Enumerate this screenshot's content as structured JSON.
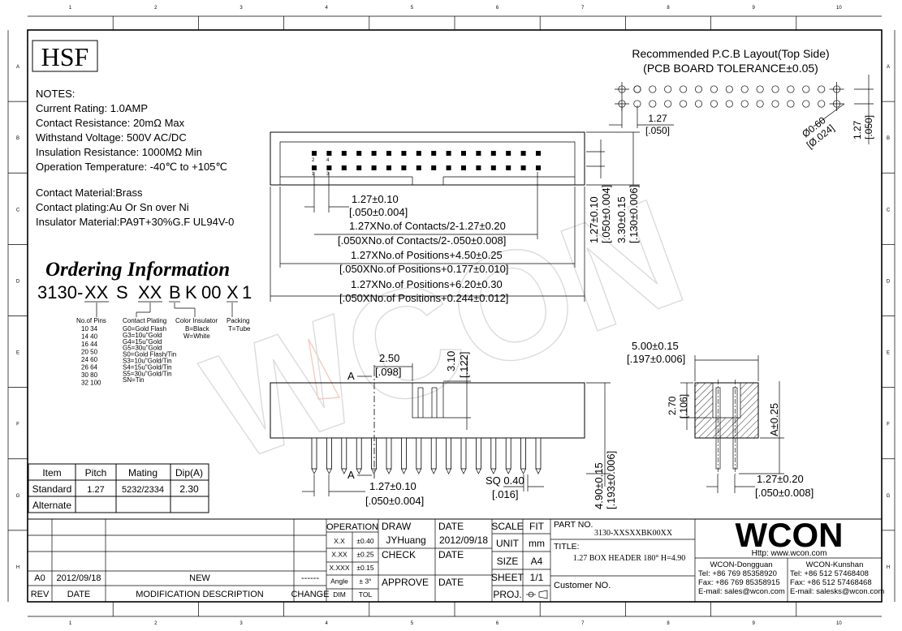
{
  "frame": {
    "columns": [
      "1",
      "2",
      "3",
      "4",
      "5",
      "6",
      "7",
      "8",
      "9",
      "10"
    ],
    "rows": [
      "A",
      "B",
      "C",
      "D",
      "E",
      "F",
      "G",
      "H"
    ]
  },
  "logo": "HSF",
  "notes": {
    "heading": "NOTES:",
    "lines": [
      "Current Rating: 1.0AMP",
      "Contact Resistance: 20mΩ Max",
      "Withstand Voltage: 500V AC/DC",
      "Insulation Resistance: 1000MΩ Min",
      "Operation Temperature: -40℃ to +105℃"
    ],
    "material": [
      "Contact Material:Brass",
      "Contact plating:Au Or Sn over Ni",
      "Insulator Material:PA9T+30%G.F UL94V-0"
    ]
  },
  "ordering": {
    "title": "Ordering Information",
    "code": [
      "3130-",
      "XX",
      "S",
      "XX",
      "B",
      "K",
      "00",
      "X",
      "1"
    ],
    "pins_title": "No.of Pins",
    "pins": [
      "10  34",
      "14  40",
      "16  44",
      "20  50",
      "24  60",
      "26  64",
      "30  80",
      "32 100"
    ],
    "plating_title": "Contact Plating",
    "plating": [
      "G0=Gold Flash",
      "G3=10u\"Gold",
      "G4=15u\"Gold",
      "G5=30u\"Gold",
      "S0=Gold Flash/Tin",
      "S3=10u\"Gold/Tin",
      "S4=15u\"Gold/Tin",
      "S5=30u\"Gold/Tin",
      "SN=Tin"
    ],
    "color_title": "Color Insulator",
    "color": [
      "B=Black",
      "W=White"
    ],
    "packing_title": "Packing",
    "packing": [
      "T=Tube"
    ]
  },
  "spec_table": {
    "headers": [
      "Item",
      "Pitch",
      "Mating",
      "Dip(A)"
    ],
    "rows": [
      [
        "Standard",
        "1.27",
        "5232/2334",
        "2.30"
      ],
      [
        "Alternate",
        "",
        "",
        ""
      ]
    ]
  },
  "pcb": {
    "title1": "Recommended P.C.B Layout(Top Side)",
    "title2": "(PCB BOARD TOLERANCE±0.05)",
    "pitch1": "1.27",
    "pitch2": "[.050]",
    "hole1": "Ø0.60",
    "hole2": "[Ø.024]",
    "row1": "1.27",
    "row2": "[.050]"
  },
  "top_view": {
    "pin_labels": [
      "2",
      "4",
      "1",
      "3"
    ],
    "d1a": "1.27±0.10",
    "d1b": "[.050±0.004]",
    "d2a": "1.27XNo.of Contacts/2-1.27±0.20",
    "d2b": "[.050XNo.of Contacts/2-.050±0.008]",
    "d3a": "1.27XNo.of Positions+4.50±0.25",
    "d3b": "[.050XNo.of Positions+0.177±0.010]",
    "d4a": "1.27XNo.of Positions+6.20±0.30",
    "d4b": "[.050XNo.of Positions+0.244±0.012]",
    "v1a": "1.27±0.10",
    "v1b": "[.050±0.004]",
    "v2a": "3.30±0.15",
    "v2b": "[.130±0.006]"
  },
  "front_view": {
    "a1": "A",
    "a2": "A",
    "d1a": "2.50",
    "d1b": "[.098]",
    "d2a": "3.10",
    "d2b": "[.122]",
    "d3a": "1.27±0.10",
    "d3b": "[.050±0.004]",
    "d4a": "SQ 0.40",
    "d4b": "[.016]",
    "d5a": "4.90±0.15",
    "d5b": "[.193±0.006]"
  },
  "side_view": {
    "d1a": "5.00±0.15",
    "d1b": "[.197±0.006]",
    "d2a": "2.70",
    "d2b": "[.106]",
    "d3": "A±0.25",
    "d4a": "1.27±0.20",
    "d4b": "[.050±0.008]"
  },
  "title_block": {
    "rev_row": [
      "A0",
      "2012/09/18",
      "NEW",
      "------"
    ],
    "rev_head": [
      "REV",
      "DATE",
      "MODIFICATION DESCRIPTION",
      "CHANGE"
    ],
    "operation": "OPERATION",
    "tol": [
      [
        "X.X",
        "±0.40"
      ],
      [
        "X.XX",
        "±0.25"
      ],
      [
        "X.XXX",
        "±0.15"
      ],
      [
        "Angle",
        "± 3°"
      ],
      [
        "DIM",
        "TOL"
      ]
    ],
    "draw_label": "DRAW",
    "draw_name": "JYHuang",
    "date_label": "DATE",
    "date_value": "2012/09/18",
    "check_label": "CHECK",
    "approve_label": "APPROVE",
    "scale_label": "SCALE",
    "scale_value": "FIT",
    "unit_label": "UNIT",
    "unit_value": "mm",
    "size_label": "SIZE",
    "size_value": "A4",
    "sheet_label": "SHEET",
    "sheet_value": "1/1",
    "proj_label": "PROJ.",
    "partno_label": "PART NO.",
    "partno_value": "3130-XXSXXBK00XX",
    "title_label": "TITLE:",
    "title_value": "1.27 BOX HEADER 180° H=4.90",
    "customer_label": "Customer NO.",
    "company": "WCON",
    "http": "Http:  www.wcon.com",
    "dg_name": "WCON-Dongguan",
    "dg_tel": "Tel: +86 769 85358920",
    "dg_fax": "Fax: +86 769 85358915",
    "dg_mail": "E-mail: sales@wcon.com",
    "ks_name": "WCON-Kunshan",
    "ks_tel": "Tel: +86 512 57468408",
    "ks_fax": "Fax: +86 512 57468468",
    "ks_mail": "E-mail: salesks@wcon.com"
  }
}
